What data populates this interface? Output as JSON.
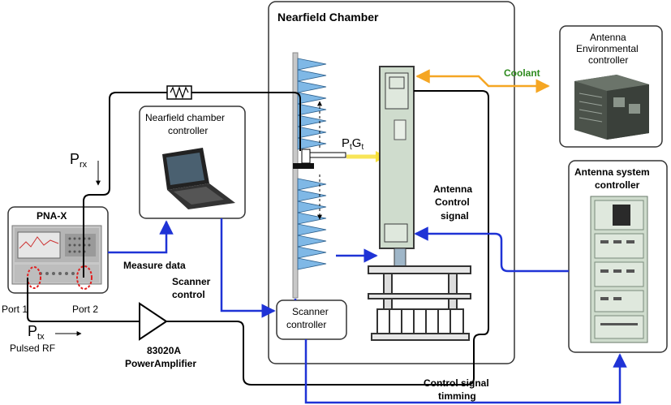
{
  "chamber": {
    "title": "Nearfield Chamber"
  },
  "pna": {
    "title": "PNA-X",
    "port1": "Port 1",
    "port2": "Port 2"
  },
  "nf_controller": {
    "line1": "Nearfield chamber",
    "line2": "controller"
  },
  "scanner": {
    "line1": "Scanner",
    "line2": "controller"
  },
  "env_controller": {
    "line1": "Antenna",
    "line2": "Environmental",
    "line3": "controller"
  },
  "sys_controller": {
    "line1": "Antenna system",
    "line2": "controller"
  },
  "labels": {
    "prx_main": "P",
    "prx_sub": "rx",
    "ptx_main": "P",
    "ptx_sub": "tx",
    "pulsed_rf": "Pulsed RF",
    "ptgt_p": "P",
    "ptgt_t1": "t",
    "ptgt_g": "G",
    "ptgt_t2": "t",
    "coolant": "Coolant",
    "antenna_control_1": "Antenna",
    "antenna_control_2": "Control",
    "antenna_control_3": "signal",
    "measure_data": "Measure data",
    "scanner_control_1": "Scanner",
    "scanner_control_2": "control",
    "amp_model": "83020A",
    "amp_name": "PowerAmplifier",
    "control_signal_1": "Control signal",
    "control_signal_2": "timming"
  },
  "colors": {
    "blue": "#1f33d6",
    "orange": "#f5a623",
    "coolant_green": "#2e8b1e",
    "probe_blue": "#7fb8e6",
    "panel_green": "#cfdccd"
  }
}
